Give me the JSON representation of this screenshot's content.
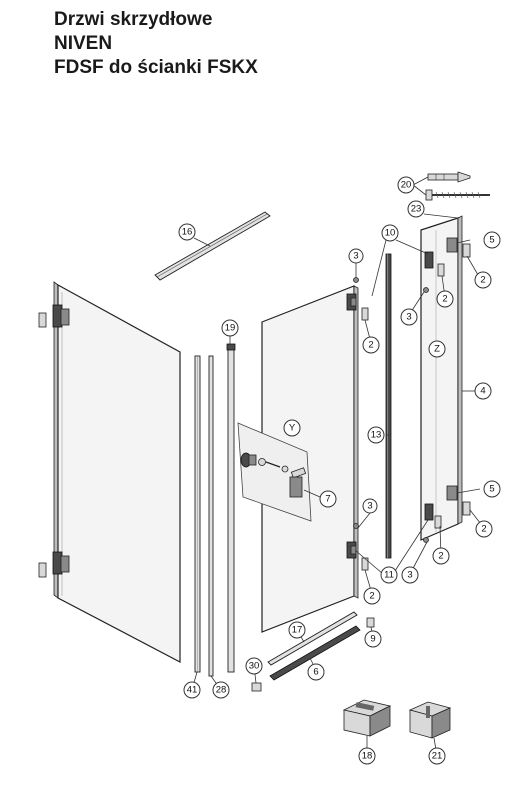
{
  "title": {
    "line1": "Drzwi skrzydłowe",
    "line2": "NIVEN",
    "line3": "FDSF do ścianki FSKX"
  },
  "labels": {
    "detail_y": "Y",
    "detail_z": "Z"
  },
  "parts": [
    "2",
    "3",
    "4",
    "5",
    "6",
    "7",
    "9",
    "10",
    "11",
    "13",
    "16",
    "17",
    "18",
    "19",
    "20",
    "21",
    "23",
    "28",
    "30",
    "41"
  ]
}
